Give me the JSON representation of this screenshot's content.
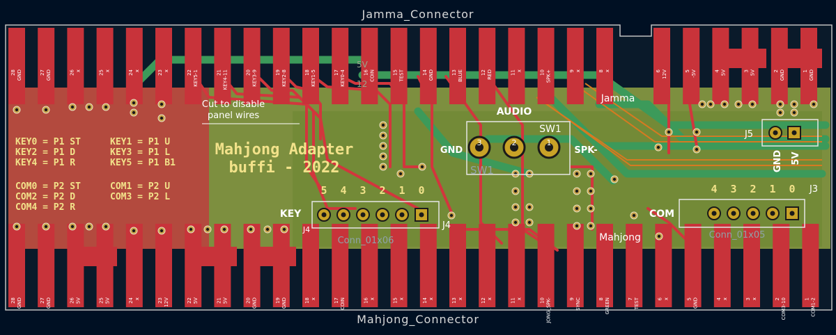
{
  "connectors": {
    "top_label": "Jamma_Connector",
    "bottom_label": "Mahjong_Connector"
  },
  "top_pins": [
    {
      "n": "28",
      "s": "GND"
    },
    {
      "n": "27",
      "s": "GND"
    },
    {
      "n": "26",
      "s": "x"
    },
    {
      "n": "25",
      "s": "x"
    },
    {
      "n": "24",
      "s": "x"
    },
    {
      "n": "23",
      "s": "x"
    },
    {
      "n": "22",
      "s": "KEY5-1"
    },
    {
      "n": "21",
      "s": "KEY4-11"
    },
    {
      "n": "20",
      "s": "KEY3-9"
    },
    {
      "n": "19",
      "s": "KEY2-8"
    },
    {
      "n": "18",
      "s": "KEY1-5"
    },
    {
      "n": "17",
      "s": "KEY0-4"
    },
    {
      "n": "16",
      "s": "COIN"
    },
    {
      "n": "15",
      "s": "TEST"
    },
    {
      "n": "14",
      "s": "GND"
    },
    {
      "n": "13",
      "s": "BLUE"
    },
    {
      "n": "12",
      "s": "RED"
    },
    {
      "n": "11",
      "s": "x"
    },
    {
      "n": "10",
      "s": "SPK+"
    },
    {
      "n": "9",
      "s": "x"
    },
    {
      "n": "8",
      "s": "x"
    },
    {
      "n": "6",
      "s": "12V"
    },
    {
      "n": "5",
      "s": "-5V"
    },
    {
      "n": "4",
      "s": "5V"
    },
    {
      "n": "3",
      "s": "5V"
    },
    {
      "n": "2",
      "s": "GND"
    },
    {
      "n": "1",
      "s": "GND"
    }
  ],
  "bottom_pins": [
    {
      "n": "28",
      "s": "GND"
    },
    {
      "n": "27",
      "s": "GND"
    },
    {
      "n": "26",
      "s": "5V"
    },
    {
      "n": "25",
      "s": "5V"
    },
    {
      "n": "24",
      "s": "x"
    },
    {
      "n": "23",
      "s": "12V"
    },
    {
      "n": "22",
      "s": "5V"
    },
    {
      "n": "21",
      "s": "5V"
    },
    {
      "n": "20",
      "s": "GND"
    },
    {
      "n": "19",
      "s": "GND"
    },
    {
      "n": "18",
      "s": "x"
    },
    {
      "n": "17",
      "s": "COIN"
    },
    {
      "n": "16",
      "s": "x"
    },
    {
      "n": "15",
      "s": "x"
    },
    {
      "n": "14",
      "s": "x"
    },
    {
      "n": "13",
      "s": "x"
    },
    {
      "n": "12",
      "s": "x"
    },
    {
      "n": "11",
      "s": "x"
    },
    {
      "n": "10",
      "s": "JONG_SPK-"
    },
    {
      "n": "9",
      "s": "SYNC"
    },
    {
      "n": "8",
      "s": "GREEN"
    },
    {
      "n": "7",
      "s": "TEST"
    },
    {
      "n": "6",
      "s": "x"
    },
    {
      "n": "5",
      "s": "GND"
    },
    {
      "n": "4",
      "s": "x"
    },
    {
      "n": "3",
      "s": "x"
    },
    {
      "n": "2",
      "s": "COM3-10"
    },
    {
      "n": "1",
      "s": "COM1-2"
    }
  ],
  "title": {
    "line1": "Mahjong Adapter",
    "line2": "buffi - 2022"
  },
  "cut_note": {
    "line1": "Cut to disable",
    "line2": "panel wires"
  },
  "key_map": [
    "KEY0 = P1 ST",
    "KEY1 = P1 U",
    "KEY2 = P1 D",
    "KEY3 = P1 L",
    "KEY4 = P1 R",
    "KEY5 = P1 B1"
  ],
  "com_map": [
    "COM0 = P2 ST",
    "COM1 = P2 U",
    "COM2 = P2 D",
    "COM3 = P2 L",
    "COM4 = P2 R"
  ],
  "labels": {
    "audio": "AUDIO",
    "sw1": "SW1",
    "sw1_ghost": "SW1",
    "gnd": "GND",
    "spk_minus": "SPK-",
    "jamma": "Jamma",
    "mahjong": "Mahjong",
    "key": "KEY",
    "com": "COM",
    "j4": "J4",
    "j4b": "J4",
    "j3": "J3",
    "j5": "J5",
    "j5_gnd": "GND",
    "j5_5v": "5V",
    "conn_key": "Conn_01x06",
    "conn_com": "Conn_01x05",
    "key_nums": [
      "5",
      "4",
      "3",
      "2",
      "1",
      "0"
    ],
    "com_nums": [
      "4",
      "3",
      "2",
      "1",
      "0"
    ],
    "sw_nums": [
      "3",
      "2",
      "1"
    ],
    "ghost_5v": "5V",
    "ghost_12": "12"
  },
  "colors": {
    "bg": "#001023",
    "copper": "#c8333a",
    "copper_back": "#2e8a4b",
    "board_green": "#6e8a3c",
    "silk": "#f2e28a",
    "gold": "#c9a227",
    "orange_trace": "#d67a21"
  }
}
